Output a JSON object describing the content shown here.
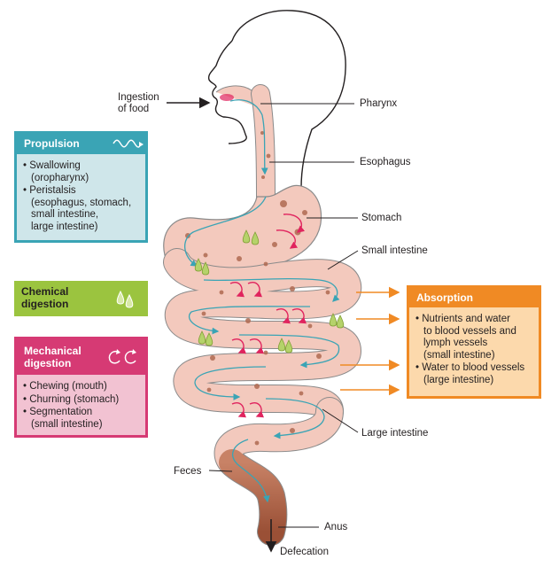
{
  "labels": {
    "ingestion": "Ingestion\nof food",
    "pharynx": "Pharynx",
    "esophagus": "Esophagus",
    "stomach": "Stomach",
    "small_intestine": "Small intestine",
    "large_intestine": "Large intestine",
    "feces": "Feces",
    "anus": "Anus",
    "defecation": "Defecation"
  },
  "propulsion": {
    "title": "Propulsion",
    "items": [
      "Swallowing\n(oropharynx)",
      "Peristalsis\n(esophagus, stomach,\nsmall intestine,\nlarge intestine)"
    ]
  },
  "chemical": {
    "title": "Chemical\ndigestion"
  },
  "mechanical": {
    "title": "Mechanical\ndigestion",
    "items": [
      "Chewing (mouth)",
      "Churning (stomach)",
      "Segmentation\n(small intestine)"
    ]
  },
  "absorption": {
    "title": "Absorption",
    "items": [
      "Nutrients and water\nto blood vessels and\nlymph vessels\n(small intestine)",
      "Water to blood vessels\n(large intestine)"
    ]
  },
  "colors": {
    "propulsion_border": "#3aa4b5",
    "propulsion_fill": "#cfe6ea",
    "chemical_fill": "#9bc43f",
    "mechanical_border": "#d63a74",
    "mechanical_fill": "#f2c2d2",
    "absorption_border": "#f08a24",
    "absorption_fill": "#fcd9ac",
    "tract_fill": "#f3c9bd",
    "tract_outline": "#8a8a8a",
    "large_intestine_end": "#9a5036",
    "arrow_teal": "#3aa4b5",
    "arrow_pink": "#e0245e",
    "arrow_orange": "#f08a24"
  }
}
